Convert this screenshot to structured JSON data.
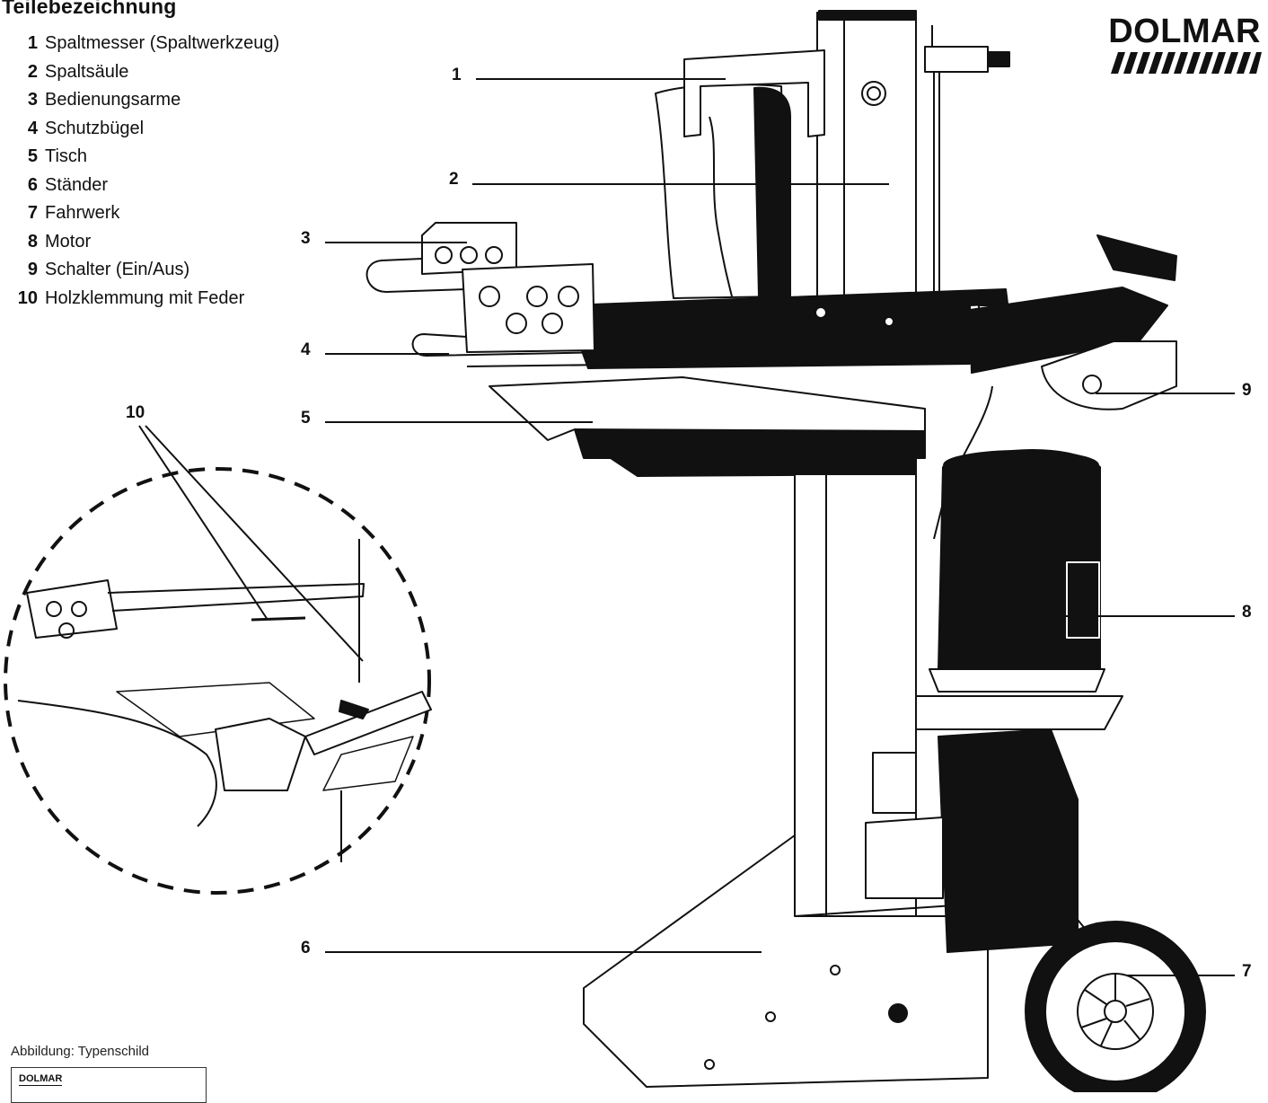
{
  "heading": "Teilebezeichnung",
  "brand": "DOLMAR",
  "parts": [
    {
      "num": "1",
      "label": "Spaltmesser (Spaltwerkzeug)"
    },
    {
      "num": "2",
      "label": "Spaltsäule"
    },
    {
      "num": "3",
      "label": "Bedienungsarme"
    },
    {
      "num": "4",
      "label": "Schutzbügel"
    },
    {
      "num": "5",
      "label": "Tisch"
    },
    {
      "num": "6",
      "label": "Ständer"
    },
    {
      "num": "7",
      "label": "Fahrwerk"
    },
    {
      "num": "8",
      "label": "Motor"
    },
    {
      "num": "9",
      "label": "Schalter (Ein/Aus)"
    },
    {
      "num": "10",
      "label": "Holzklemmung mit Feder"
    }
  ],
  "callouts": {
    "c1": "1",
    "c2": "2",
    "c3": "3",
    "c4": "4",
    "c5": "5",
    "c6": "6",
    "c7": "7",
    "c8": "8",
    "c9": "9",
    "c10": "10"
  },
  "caption": "Abbildung: Typenschild",
  "plate_brand": "DOLMAR"
}
